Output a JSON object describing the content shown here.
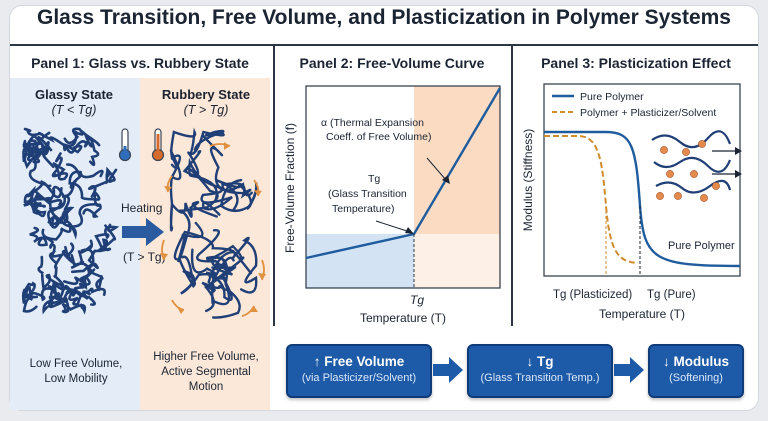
{
  "title": "Glass Transition, Free Volume, and Plasticization in Polymer Systems",
  "panel1": {
    "title": "Panel 1: Glass vs. Rubbery State",
    "glassy_title": "Glassy State",
    "glassy_condition": "(T < Tg)",
    "rubbery_title": "Rubbery State",
    "rubbery_condition": "(T > Tg)",
    "heating_label": "Heating",
    "heating_condition": "(T > Tg)",
    "glassy_caption_1": "Low Free Volume,",
    "glassy_caption_2": "Low Mobility",
    "rubbery_caption_1": "Higher Free Volume,",
    "rubbery_caption_2": "Active Segmental",
    "rubbery_caption_3": "Motion",
    "icons": [
      "thermometer-cold-icon",
      "thermometer-hot-icon",
      "heating-arrow-icon",
      "motion-arrows-icon"
    ],
    "colors": {
      "glassy_bg": "#e3ecf7",
      "rubbery_bg": "#fbe8d9",
      "chain": "#1f3f76"
    }
  },
  "panel2": {
    "title": "Panel 2: Free-Volume Curve",
    "ylabel": "Free-Volume Fraction (f)",
    "xlabel": "Temperature (T)",
    "tg_tick": "Tg",
    "alpha_line1": "α (Thermal Expansion",
    "alpha_line2": "Coeff. of Free Volume)",
    "tg_ann_1": "Tg",
    "tg_ann_2": "(Glass Transition",
    "tg_ann_3": "Temperature)",
    "colors": {
      "curve": "#1f5c9e",
      "glassy_region": "#d3e3f4",
      "rubbery_region": "#fbdcc2"
    }
  },
  "panel3": {
    "title": "Panel 3: Plasticization Effect",
    "ylabel": "Modulus (Stiffness)",
    "xlabel": "Temperature (T)",
    "legend_pure": "Pure Polymer",
    "legend_plasticized": "Polymer + Plasticizer/Solvent",
    "curve_label": "Pure Polymer",
    "tg_plasticized": "Tg (Plasticized)",
    "tg_pure": "Tg (Pure)",
    "icons": [
      "plasticizer-molecules-icon"
    ],
    "colors": {
      "pure": "#1f5c9e",
      "plasticized": "#d08b2c",
      "plasticizer_particle": "#e48a4c"
    }
  },
  "flow": {
    "box1_main": "↑ Free Volume",
    "box1_sub": "(via Plasticizer/Solvent)",
    "box2_main": "↓ Tg",
    "box2_sub": "(Glass Transition Temp.)",
    "box3_main": "↓ Modulus",
    "box3_sub": "(Softening)",
    "colors": {
      "box": "#1d5aa8"
    }
  }
}
